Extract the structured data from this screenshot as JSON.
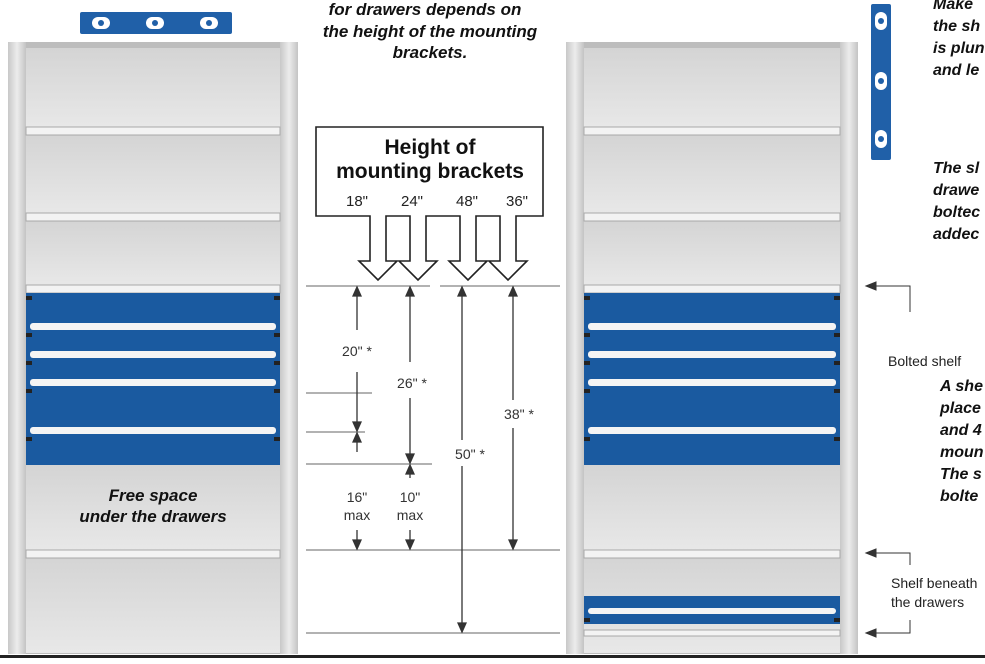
{
  "top_caption": [
    "for drawers depends on",
    "the height of the mounting",
    "brackets."
  ],
  "bracket_box": {
    "title": [
      "Height of",
      "mounting brackets"
    ],
    "heights": [
      "18\"",
      "24\"",
      "48\"",
      "36\""
    ]
  },
  "dimensions": {
    "d20": "20\" *",
    "d26": "26\" *",
    "d38": "38\" *",
    "d50": "50\" *",
    "d16": "16\"",
    "d10": "10\"",
    "max": "max"
  },
  "free_space": [
    "Free space",
    "under the drawers"
  ],
  "right_notes": {
    "plumb": [
      "Make",
      "the sh",
      "is plun",
      "and le"
    ],
    "shelf_bolted": [
      "The sl",
      "drawe",
      "boltec",
      "addec"
    ],
    "shelf_placed": [
      "A she",
      "place",
      "and 4",
      "moun",
      "The s",
      "bolte"
    ]
  },
  "callouts": {
    "bolted_shelf": "Bolted shelf",
    "shelf_beneath": [
      "Shelf beneath",
      "the drawers"
    ]
  },
  "colors": {
    "drawer_blue": "#1a5aa0",
    "shelf_gray": "#dcdcdc",
    "frame_gray": "#d2d2d2",
    "level_blue": "#2060a8"
  }
}
